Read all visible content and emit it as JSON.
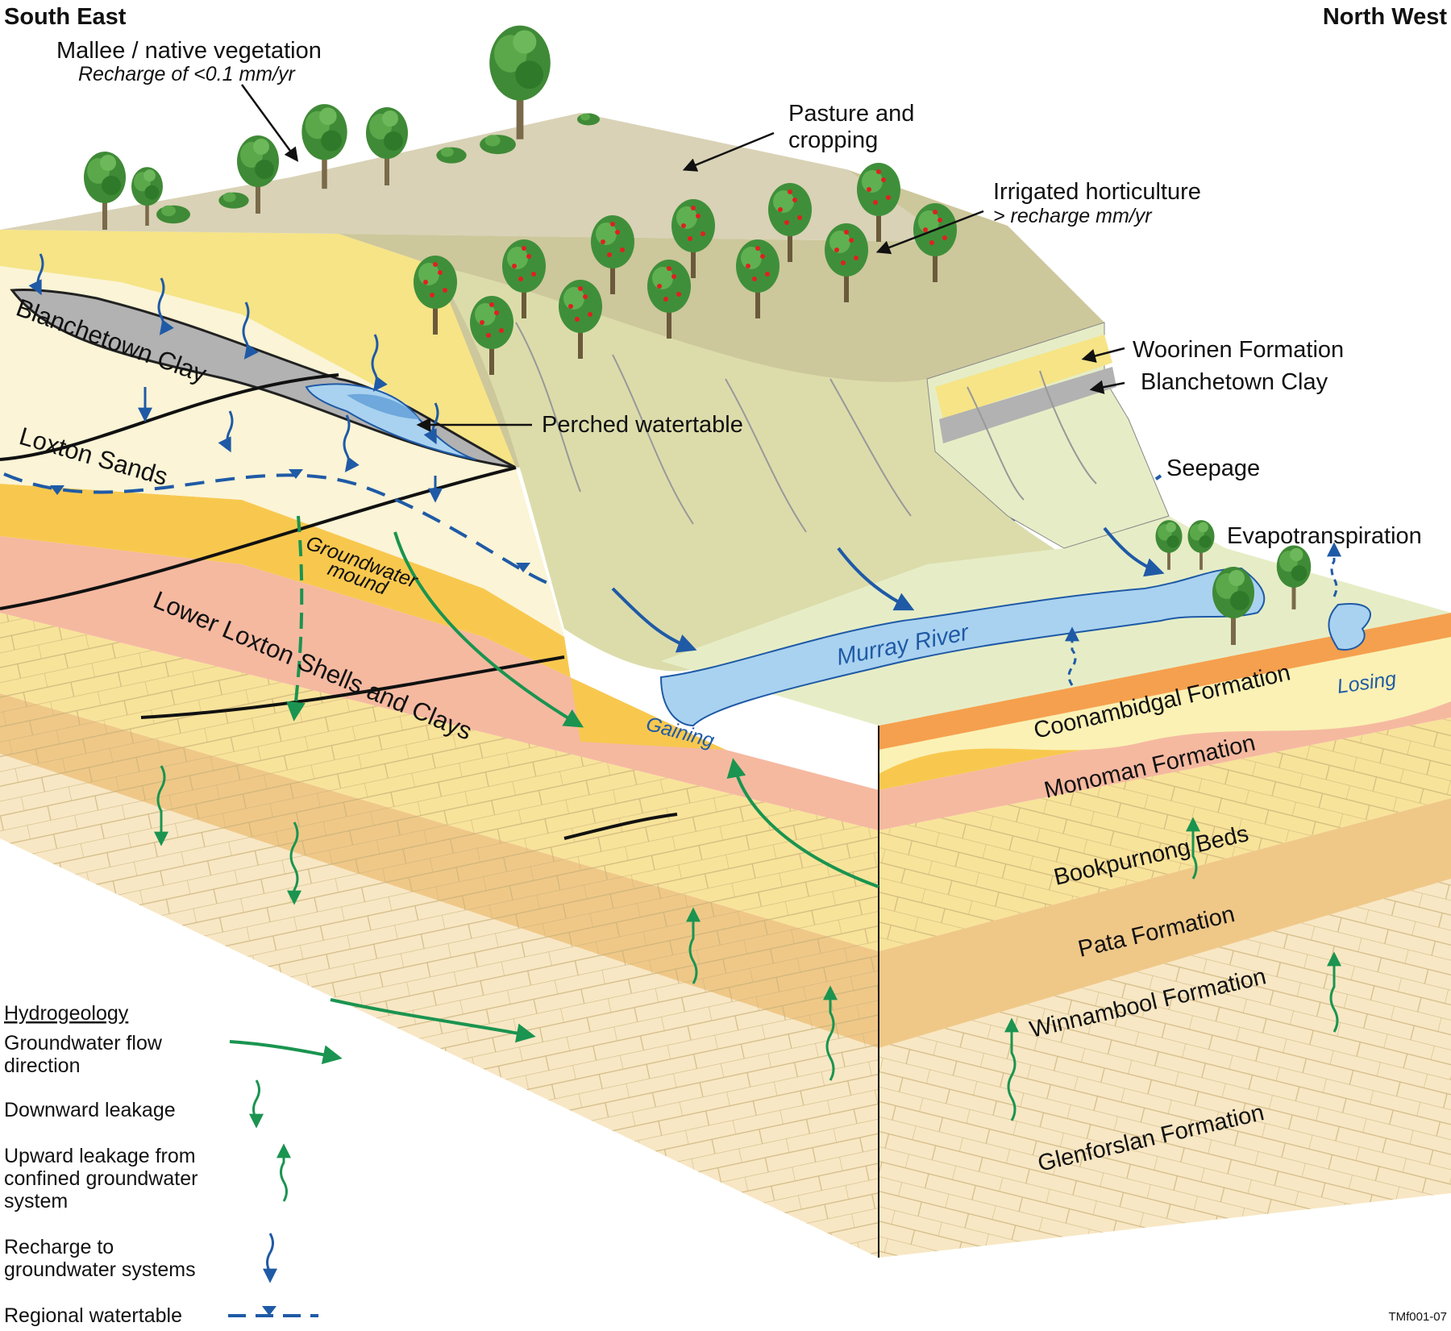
{
  "orientation": {
    "left": "South East",
    "right": "North West"
  },
  "vegetation": {
    "mallee": "Mallee / native vegetation",
    "mallee_recharge": "Recharge of <0.1 mm/yr",
    "pasture_line1": "Pasture and",
    "pasture_line2": "cropping",
    "irrigated": "Irrigated horticulture",
    "irrigated_recharge": "> recharge mm/yr"
  },
  "features": {
    "perched": "Perched watertable",
    "seepage": "Seepage",
    "evapotranspiration": "Evapotranspiration",
    "river": "Murray River",
    "gaining": "Gaining",
    "losing": "Losing",
    "mound_line1": "Groundwater",
    "mound_line2": "mound"
  },
  "layers": {
    "woorinen": "Woorinen Formation",
    "blanchetown_right": "Blanchetown Clay",
    "blanchetown_left": "Blanchetown Clay",
    "loxton_sands": "Loxton Sands",
    "lower_loxton": "Lower Loxton Shells and Clays",
    "coonambidgal": "Coonambidgal Formation",
    "monoman": "Monoman Formation",
    "bookpurnong": "Bookpurnong Beds",
    "pata": "Pata Formation",
    "winnambool": "Winnambool Formation",
    "glenforslan": "Glenforslan Formation"
  },
  "legend": {
    "title": "Hydrogeology",
    "flow_line1": "Groundwater flow",
    "flow_line2": "direction",
    "down": "Downward leakage",
    "up_line1": "Upward leakage from",
    "up_line2": "confined groundwater",
    "up_line3": "system",
    "recharge_line1": "Recharge to",
    "recharge_line2": "groundwater systems",
    "watertable": "Regional watertable"
  },
  "figure_id": "TMf001-07",
  "colors": {
    "sky_surface": "#d9d2b6",
    "pasture": "#cdc79c",
    "slope": "#dcdcab",
    "floodplain": "#e6edc6",
    "woorinen": "#f6e486",
    "blanchetown": "#b2b2b2",
    "loxton": "#fbf4d6",
    "lower_loxton": "#f8c84e",
    "coonambidgal": "#f5a04e",
    "monoman": "#fbf1b4",
    "bookpurnong": "#f5b9a0",
    "pata": "#f8e39a",
    "winnambool": "#efc888",
    "glenforslan": "#f8e7c4",
    "river": "#a9d2f0",
    "flow_green": "#1a9450",
    "recharge_blue": "#1f5aa6"
  }
}
